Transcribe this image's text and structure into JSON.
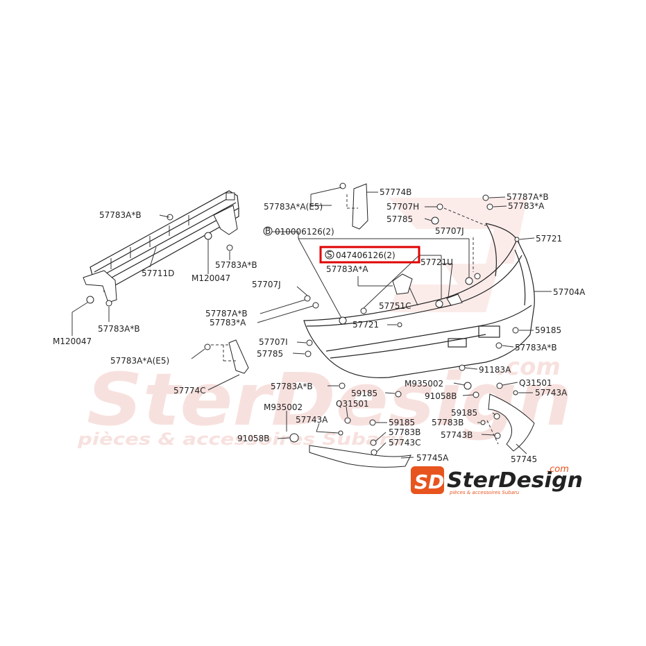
{
  "watermark": {
    "brand": "SterDesign",
    "tagline": "pièces & accessoires Subaru",
    "com": ".com",
    "color": "#f2c9c4"
  },
  "logo": {
    "mark": "SD",
    "brand": "SterDesign",
    "com": ".com",
    "tagline": "pièces & accessoires Subaru",
    "accent": "#e8541e",
    "dark": "#222222"
  },
  "highlight_color": "#e00000",
  "highlight": {
    "label": "047406126(2)",
    "prefix": "S"
  },
  "callouts": {
    "c01": "57783A*B",
    "c02": "57711D",
    "c03": "M120047",
    "c04": "57783A*B",
    "c05": "57783A*B",
    "c06": "M120047",
    "c07": "57783A*A(E5)",
    "c08": "57774B",
    "c09": "57707H",
    "c10": "57785",
    "c11": "57787A*B",
    "c12": "57783*A",
    "c13": "57707J",
    "c14": "57721",
    "c15": "010006126(2)",
    "c16": "57721U",
    "c17": "57783A*A",
    "c18": "57751C",
    "c19": "57707J",
    "c20": "57787A*B",
    "c21": "57783*A",
    "c22": "57721",
    "c23": "57704A",
    "c24": "59185",
    "c25": "57707I",
    "c26": "57785",
    "c27": "57783A*B",
    "c28": "57783A*A(E5)",
    "c29": "91183A",
    "c30": "57774C",
    "c31": "57783A*B",
    "c32": "M935002",
    "c33": "59185",
    "c34": "91058B",
    "c35": "Q31501",
    "c36": "57743A",
    "c37": "M935002",
    "c38": "Q31501",
    "c39": "57743A",
    "c40": "59185",
    "c41": "57783B",
    "c42": "57743B",
    "c43": "59185",
    "c44": "57783B",
    "c45": "57743C",
    "c46": "91058B",
    "c47": "57745A",
    "c48": "57745"
  },
  "circled": {
    "b_marker": "B",
    "s_marker": "S"
  }
}
